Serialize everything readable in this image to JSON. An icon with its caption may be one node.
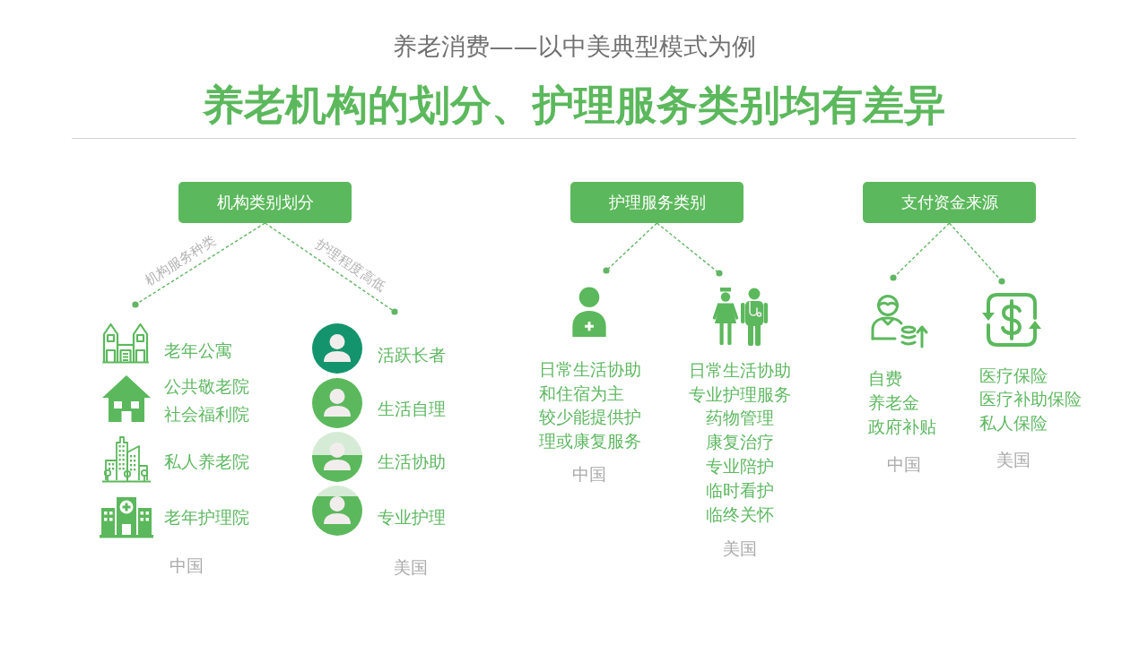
{
  "diagram": {
    "title": "养老机构的划分、护理服务类别均有差异",
    "nodes": [
      {
        "text": [
          "机构类别划分"
        ]
      },
      {
        "text": [
          "老年公寓",
          "公共敬老院",
          "社会福利院",
          "私人养老院",
          "老年护理院"
        ],
        "beside": [
          "中国"
        ]
      },
      {
        "text": [
          "活跃长者",
          "生活自理",
          "生活协助",
          "专业护理"
        ],
        "beside": [
          "美国"
        ]
      },
      {
        "text": [
          "护理服务类别"
        ]
      },
      {
        "text": [
          "日常生活协助和住宿为主",
          "较少能提供护理或康复服务"
        ]
      },
      {
        "text": [
          "日常生活协助",
          "专业护理服务",
          "药物管理",
          "康复治疗",
          "专业陪护",
          "临时看护",
          "临终关怀"
        ],
        "beside": [
          "美国"
        ]
      },
      {
        "text": [
          "支付资金来源"
        ]
      },
      {
        "text": [
          "自费",
          "养老金",
          "政府补贴"
        ],
        "beside": [
          "中国"
        ]
      },
      {
        "text": [
          "医疗保险",
          "医疗补助保险",
          "私人保险"
        ],
        "beside": [
          "美国"
        ]
      }
    ],
    "edges": [
      {
        "from": 0,
        "to": 1,
        "arrow": "other",
        "label": "机构服务种类",
        "style": "dashed"
      },
      {
        "from": 0,
        "to": 2,
        "arrow": "other",
        "label": "护理程度高低",
        "style": "dashed"
      },
      {
        "from": 3,
        "to": 4,
        "arrow": "other",
        "style": "dashed"
      },
      {
        "from": 3,
        "to": 5,
        "arrow": "other",
        "style": "dashed"
      },
      {
        "from": 6,
        "to": 7,
        "arrow": "other",
        "style": "dashed"
      },
      {
        "from": 6,
        "to": 8,
        "arrow": "other",
        "style": "dashed"
      }
    ],
    "labels": [
      "养老消费——以中美典型模式为例",
      "中国"
    ]
  }
}
